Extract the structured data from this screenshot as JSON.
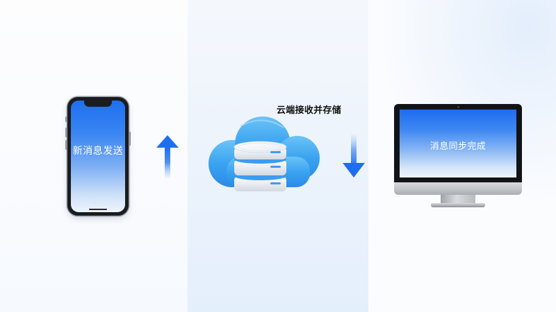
{
  "diagram": {
    "type": "message-sync-flow",
    "steps": [
      {
        "id": "phone",
        "device": "smartphone",
        "label": "新消息发送"
      },
      {
        "id": "cloud",
        "device": "cloud-database",
        "label": "云端接收并存储"
      },
      {
        "id": "desktop",
        "device": "desktop-monitor",
        "label": "消息同步完成"
      }
    ],
    "arrows": [
      {
        "from": "phone",
        "to": "cloud",
        "direction": "up"
      },
      {
        "from": "cloud",
        "to": "desktop",
        "direction": "down"
      }
    ]
  },
  "phone": {
    "screen_text": "新消息发送"
  },
  "cloud": {
    "label": "云端接收并存储"
  },
  "monitor": {
    "screen_text": "消息同步完成"
  },
  "colors": {
    "accent": "#1f6ef0",
    "cloud": "#3ea3f0",
    "panel_mid": "#e9f2fc",
    "background": "#fbfcfe"
  }
}
